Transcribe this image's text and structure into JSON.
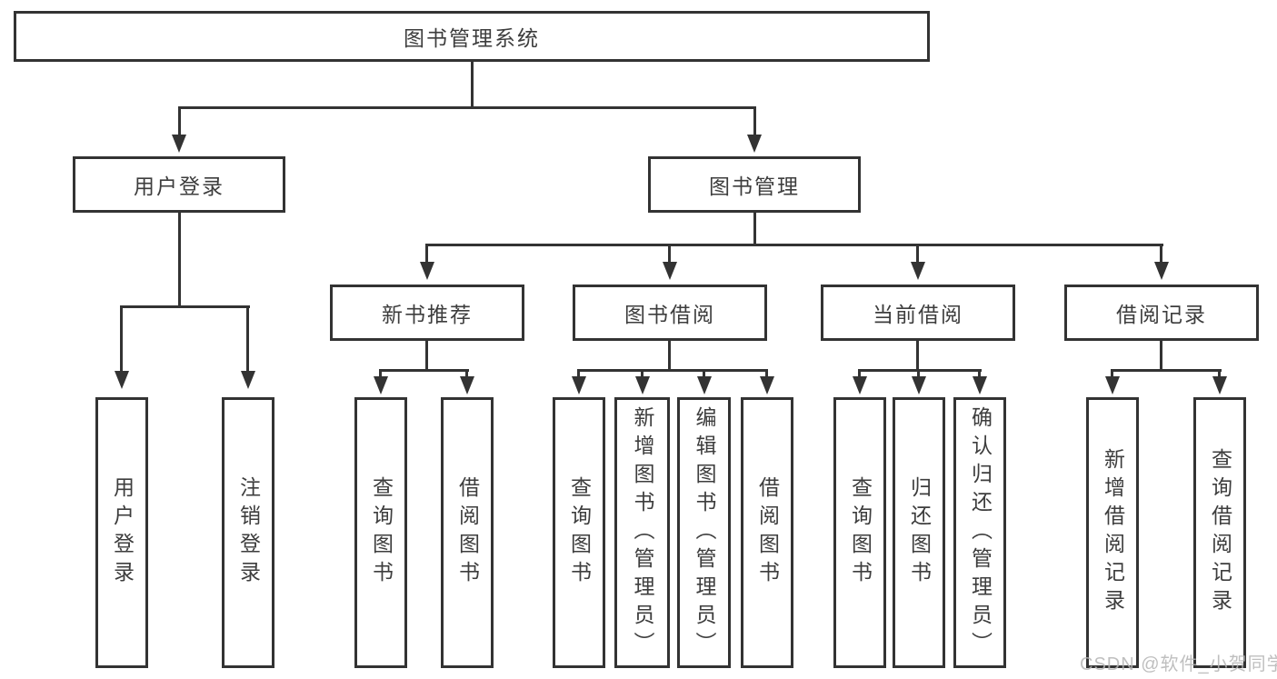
{
  "diagram": {
    "title": "图书管理系统",
    "branches": {
      "user_login": "用户登录",
      "book_mgmt": "图书管理"
    },
    "modules": {
      "new_book_rec": "新书推荐",
      "book_borrow": "图书借阅",
      "current_borrow": "当前借阅",
      "borrow_records": "借阅记录"
    },
    "leaves": {
      "user_login": "用户登录",
      "logout": "注销登录",
      "rec_query_book": "查询图书",
      "rec_borrow_book": "借阅图书",
      "bb_query_book": "查询图书",
      "bb_add_book": "新增图书（管理员）",
      "bb_edit_book": "编辑图书（管理员）",
      "bb_borrow_book": "借阅图书",
      "cb_query_book": "查询图书",
      "cb_return_book": "归还图书",
      "cb_confirm_return": "确认归还（管理员）",
      "br_add_record": "新增借阅记录",
      "br_query_record": "查询借阅记录"
    }
  },
  "watermark": "CSDN @软件_小贺同学",
  "colors": {
    "line": "#333333",
    "text": "#3d3d3d",
    "watermark": "#b5b5b5",
    "background": "#ffffff"
  }
}
